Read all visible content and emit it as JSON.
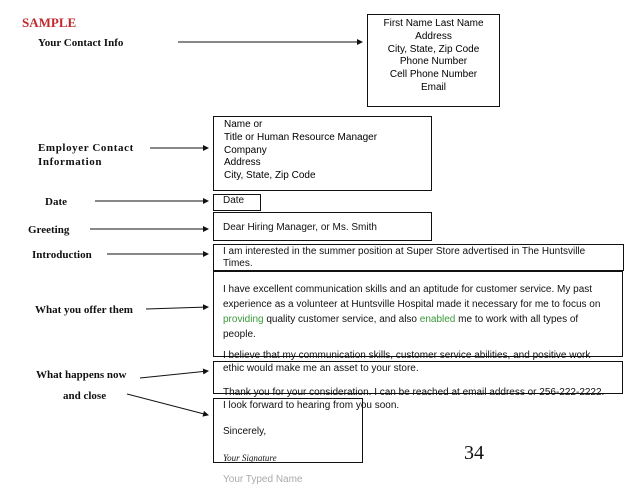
{
  "sample_label": "SAMPLE",
  "colors": {
    "sample": "#c0282d",
    "highlight": "#3a9a3a"
  },
  "labels": {
    "contact": "Your Contact Info",
    "employer_1": "Employer Contact",
    "employer_2": "Information",
    "date": "Date",
    "greeting": "Greeting",
    "introduction": "Introduction",
    "offer": "What you offer them",
    "happens": "What happens now",
    "close": "and close"
  },
  "contact_box": [
    "First Name Last Name",
    "Address",
    "City, State, Zip Code",
    "Phone Number",
    "Cell Phone Number",
    "Email"
  ],
  "employer_box": [
    "Name or",
    "Title or Human Resource Manager",
    "Company",
    "Address",
    "City, State, Zip Code"
  ],
  "date_box": "Date",
  "greeting_box": "Dear Hiring Manager, or Ms. Smith",
  "intro": [
    "I am interested in the summer position at Super Store advertised in The Huntsville",
    "Times."
  ],
  "offer": {
    "line1": "I have excellent communication skills and an aptitude for customer service. My past",
    "line2": "experience as a volunteer at Huntsville Hospital made it necessary for me to focus on",
    "line3_a": "providing",
    "line3_b": " quality customer service, and also ",
    "line3_c": "enabled",
    "line3_d": " me to work with all types of",
    "line4": "people."
  },
  "happens": [
    "I believe that my communication skills, customer service abilities, and positive work",
    "ethic would make me an asset to your store."
  ],
  "close": [
    "Thank you for your consideration. I can be reached at email address or 256-222-2222.",
    "I look forward to hearing from you soon.",
    "Sincerely,",
    "Your Signature",
    "Your Typed Name"
  ],
  "page_number": "34"
}
